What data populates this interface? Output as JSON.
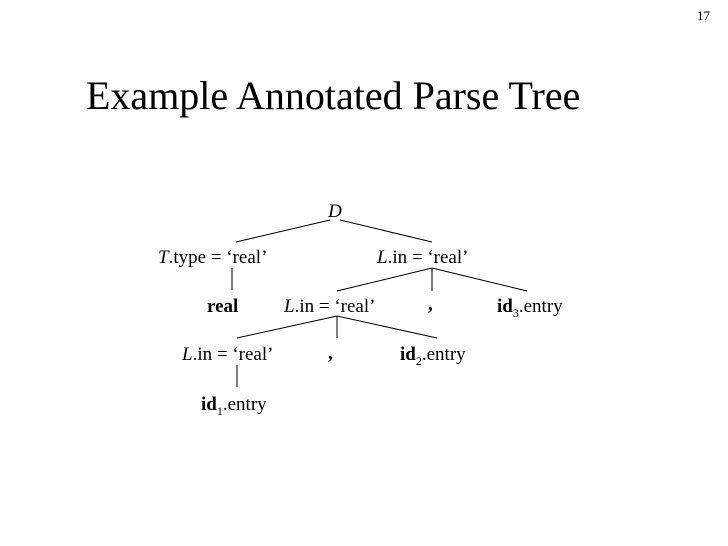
{
  "slide": {
    "page_number": "17",
    "title": "Example Annotated Parse Tree"
  },
  "tree": {
    "root": {
      "var": "D"
    },
    "t_type": {
      "var": "T",
      "attr": ".type = ",
      "value": "‘real’"
    },
    "l_in_top": {
      "var": "L",
      "attr": ".in = ",
      "value": "‘real’"
    },
    "real_kw": {
      "text": "real"
    },
    "l_in_mid": {
      "var": "L",
      "attr": ".in = ",
      "value": "‘real’"
    },
    "comma_1": {
      "text": ","
    },
    "id3": {
      "name": "id",
      "sub": "3",
      "attr": ".entry"
    },
    "l_in_low": {
      "var": "L",
      "attr": ".in = ",
      "value": "‘real’"
    },
    "comma_2": {
      "text": ","
    },
    "id2": {
      "name": "id",
      "sub": "2",
      "attr": ".entry"
    },
    "id1": {
      "name": "id",
      "sub": "1",
      "attr": ".entry"
    }
  }
}
